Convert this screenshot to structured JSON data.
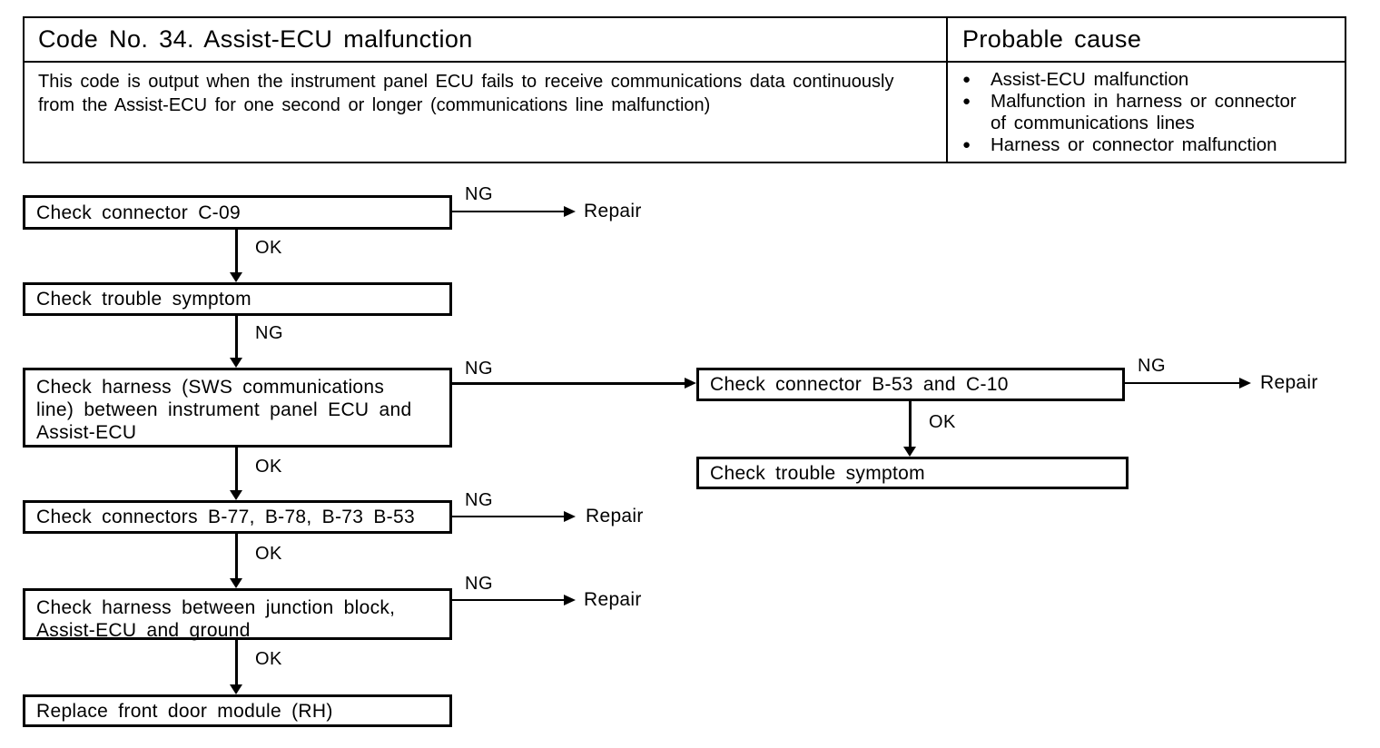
{
  "header_table": {
    "title": "Code No. 34. Assist-ECU malfunction",
    "probable_cause_title": "Probable cause",
    "description": "This code is output when the instrument panel ECU fails to receive communications data continuously from the Assist-ECU for one second or longer (communications line malfunction)",
    "bullet_char": "●",
    "probable_causes": [
      "Assist-ECU malfunction",
      "Malfunction in harness or connector of communications lines",
      "Harness or connector malfunction"
    ]
  },
  "flowchart": {
    "labels": {
      "ok": "OK",
      "ng": "NG",
      "repair": "Repair"
    },
    "nodes": [
      {
        "id": "check-connector-c09",
        "label": "Check connector C-09"
      },
      {
        "id": "check-trouble-symptom-1",
        "label": "Check trouble symptom"
      },
      {
        "id": "check-harness-sws-line",
        "label": "Check harness (SWS communications line) between instrument panel ECU and Assist-ECU"
      },
      {
        "id": "check-connectors-b77-b78-b73-b53",
        "label": "Check connectors B-77, B-78, B-73 B-53"
      },
      {
        "id": "check-harness-junction-block",
        "label": "Check harness between junction block, Assist-ECU and ground"
      },
      {
        "id": "replace-front-door-module-rh",
        "label": "Replace front door module (RH)"
      },
      {
        "id": "check-connector-b53-c10",
        "label": "Check connector B-53 and C-10"
      },
      {
        "id": "check-trouble-symptom-2",
        "label": "Check trouble symptom"
      }
    ]
  }
}
